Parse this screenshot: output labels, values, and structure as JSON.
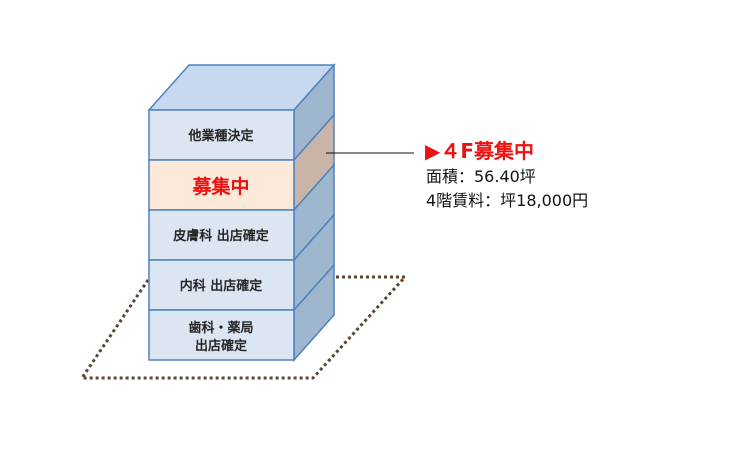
{
  "building": {
    "floors": [
      {
        "label_lines": [
          "他業種決定"
        ]
      },
      {
        "label_lines": [
          "募集中"
        ],
        "highlight": true
      },
      {
        "label_lines": [
          "皮膚科 出店確定"
        ]
      },
      {
        "label_lines": [
          "内科 出店確定"
        ]
      },
      {
        "label_lines": [
          "歯科・薬局",
          "出店確定"
        ]
      }
    ]
  },
  "callout": {
    "title": "▶４F募集中",
    "area": "面積：56.40坪",
    "rent": "4階賃料：坪18,000円"
  },
  "colors": {
    "front_face": "#dce6f2",
    "recruit_front": "#fde9d9",
    "side_face": "#9fb6cf",
    "recruit_side": "#c9b5a8",
    "top_face": "#c6d9f1",
    "outline": "#4f81bd",
    "recruit_text": "#ee1111",
    "lot_border": "#5a4632"
  }
}
